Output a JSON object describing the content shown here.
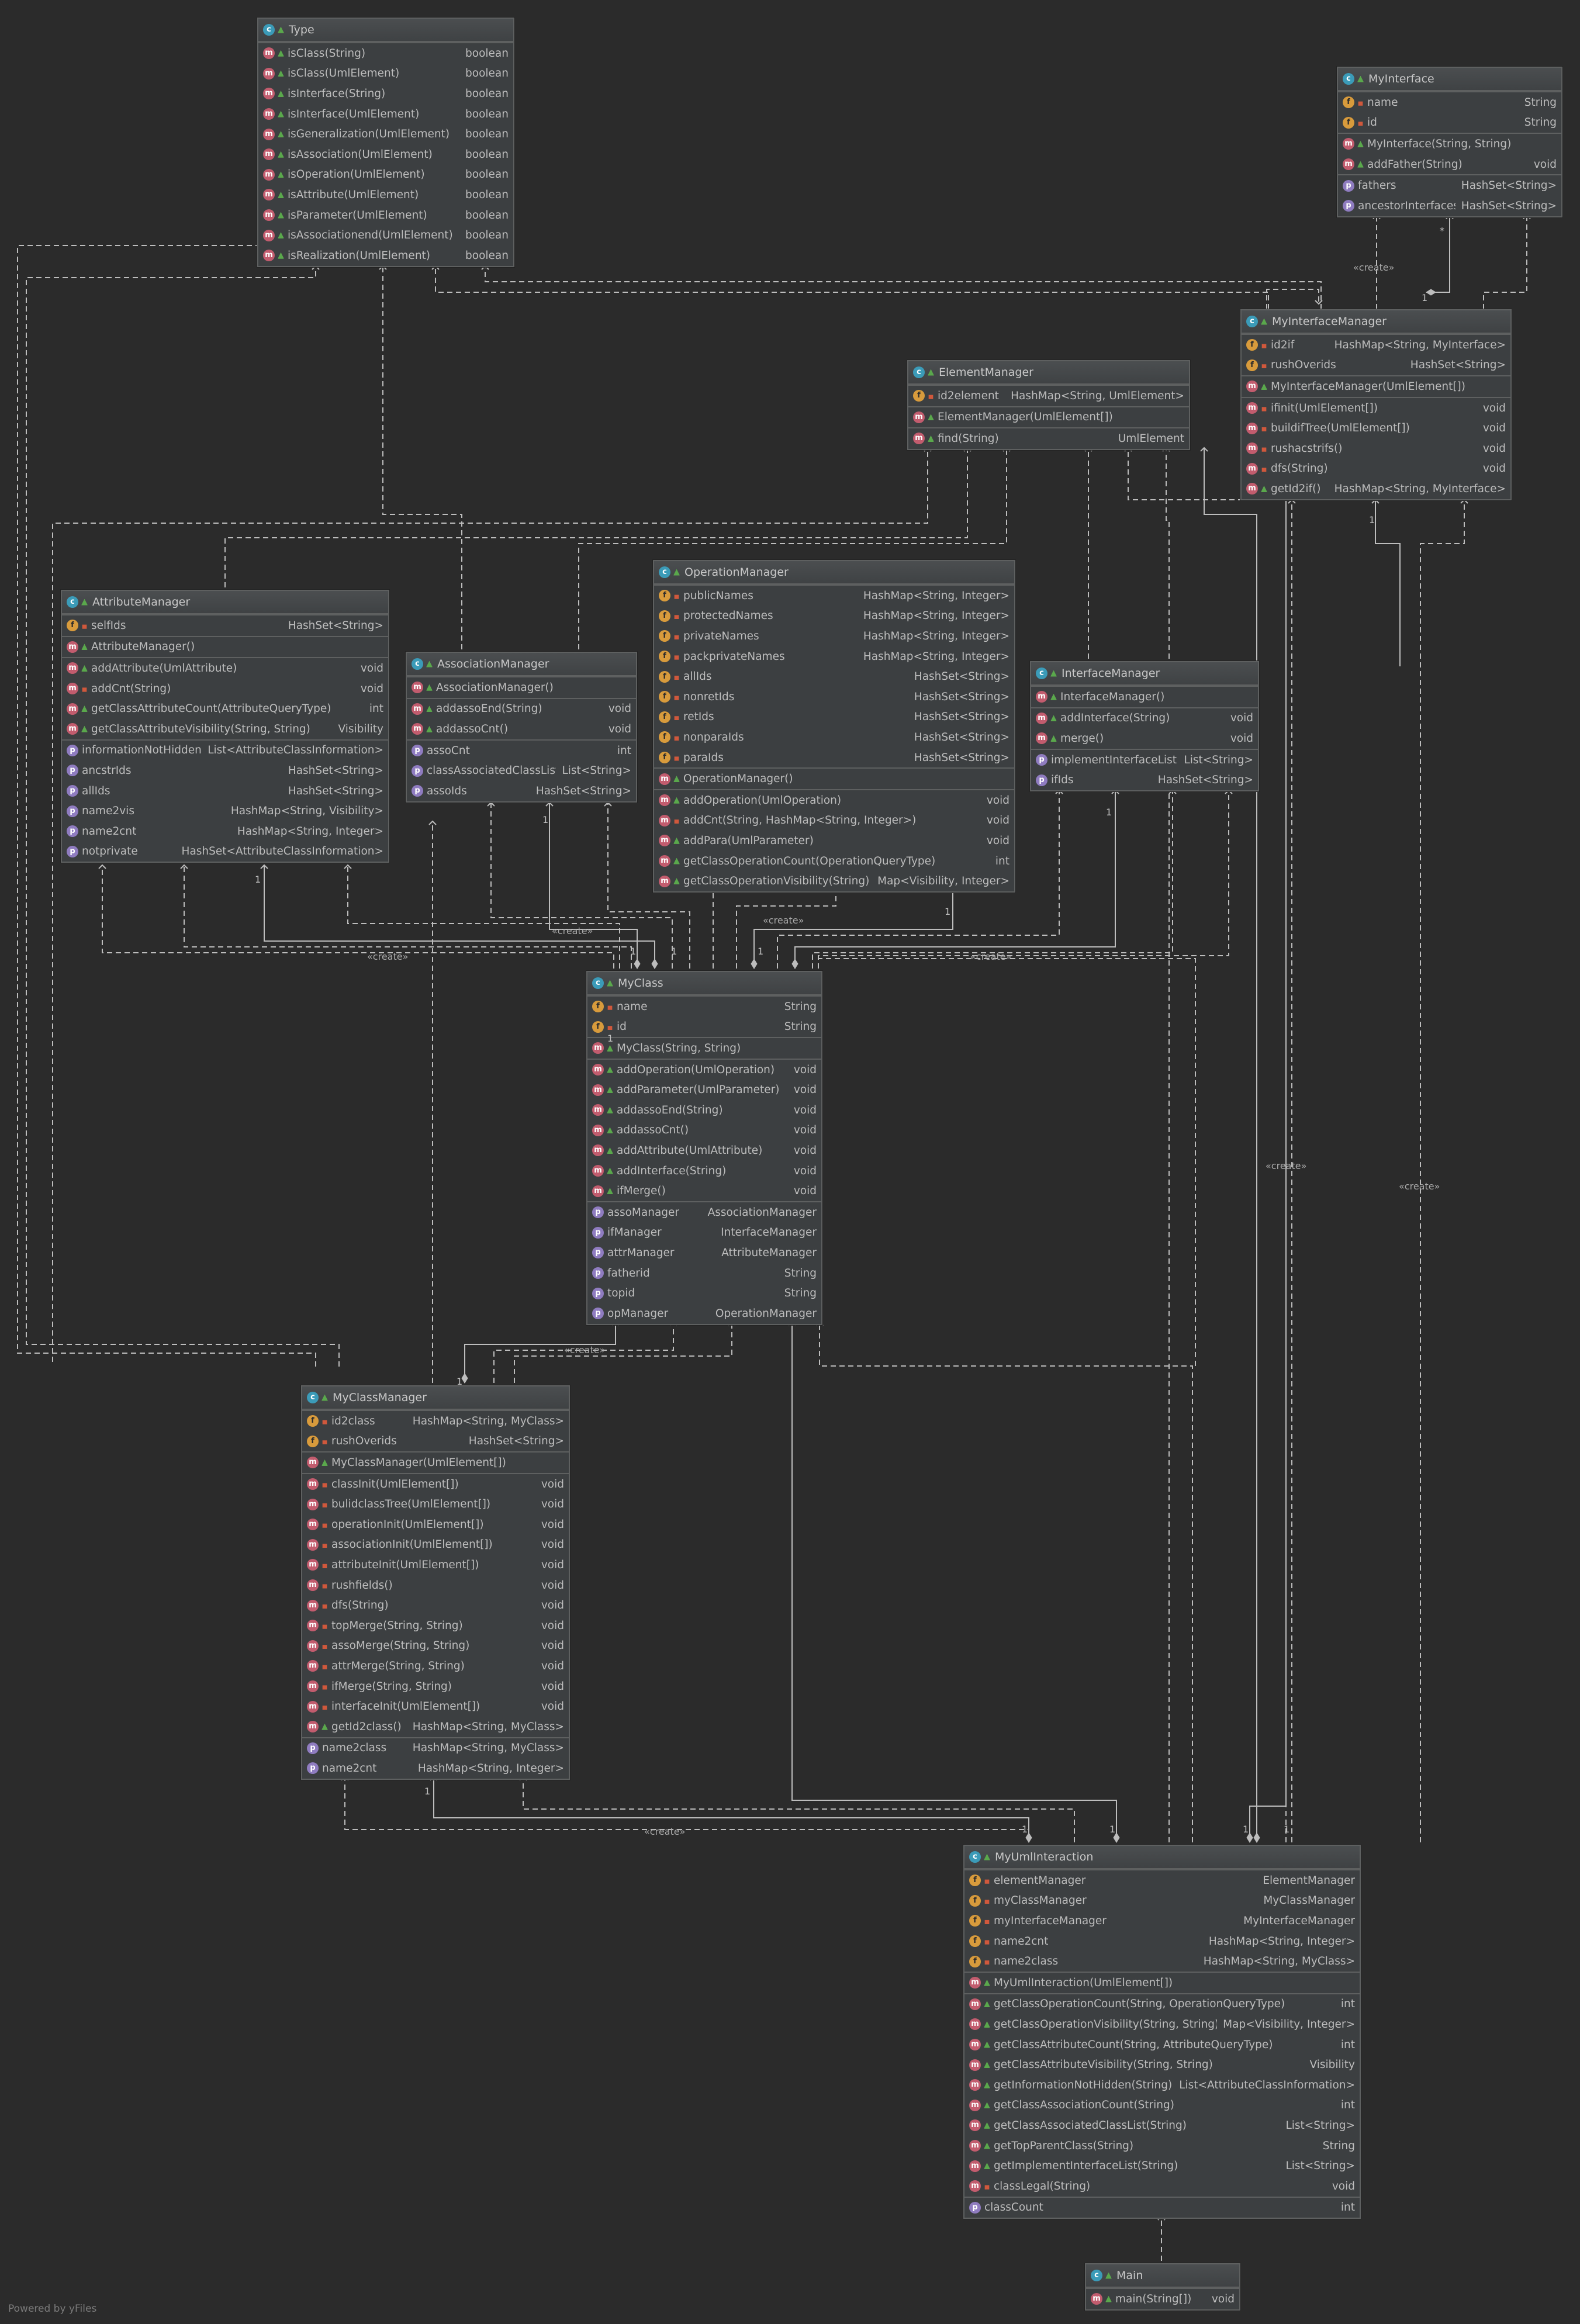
{
  "footer": "Powered by yFiles",
  "labels": {
    "create": "«create»",
    "one": "1",
    "star": "*"
  },
  "classes": [
    {
      "key": "type",
      "title": "Type",
      "sections": [
        [
          {
            "k": "m",
            "v": "pub",
            "name": "isClass(String)",
            "type": "boolean"
          },
          {
            "k": "m",
            "v": "pub",
            "name": "isClass(UmlElement)",
            "type": "boolean"
          },
          {
            "k": "m",
            "v": "pub",
            "name": "isInterface(String)",
            "type": "boolean"
          },
          {
            "k": "m",
            "v": "pub",
            "name": "isInterface(UmlElement)",
            "type": "boolean"
          },
          {
            "k": "m",
            "v": "pub",
            "name": "isGeneralization(UmlElement)",
            "type": "boolean"
          },
          {
            "k": "m",
            "v": "pub",
            "name": "isAssociation(UmlElement)",
            "type": "boolean"
          },
          {
            "k": "m",
            "v": "pub",
            "name": "isOperation(UmlElement)",
            "type": "boolean"
          },
          {
            "k": "m",
            "v": "pub",
            "name": "isAttribute(UmlElement)",
            "type": "boolean"
          },
          {
            "k": "m",
            "v": "pub",
            "name": "isParameter(UmlElement)",
            "type": "boolean"
          },
          {
            "k": "m",
            "v": "pub",
            "name": "isAssociationend(UmlElement)",
            "type": "boolean"
          },
          {
            "k": "m",
            "v": "pub",
            "name": "isRealization(UmlElement)",
            "type": "boolean"
          }
        ]
      ]
    },
    {
      "key": "myinterface",
      "title": "MyInterface",
      "sections": [
        [
          {
            "k": "f",
            "v": "pri",
            "name": "name",
            "type": "String"
          },
          {
            "k": "f",
            "v": "pri",
            "name": "id",
            "type": "String"
          }
        ],
        [
          {
            "k": "m",
            "v": "pub",
            "name": "MyInterface(String, String)",
            "type": ""
          },
          {
            "k": "m",
            "v": "pub",
            "name": "addFather(String)",
            "type": "void"
          }
        ],
        [
          {
            "k": "p",
            "v": "none",
            "name": "fathers",
            "type": "HashSet<String>"
          },
          {
            "k": "p",
            "v": "none",
            "name": "ancestorInterfaces",
            "type": "HashSet<String>"
          }
        ]
      ]
    },
    {
      "key": "myinterfacemanager",
      "title": "MyInterfaceManager",
      "sections": [
        [
          {
            "k": "f",
            "v": "pri",
            "name": "id2if",
            "type": "HashMap<String, MyInterface>"
          },
          {
            "k": "f",
            "v": "pri",
            "name": "rushOverids",
            "type": "HashSet<String>"
          }
        ],
        [
          {
            "k": "m",
            "v": "pub",
            "name": "MyInterfaceManager(UmlElement[])",
            "type": ""
          }
        ],
        [
          {
            "k": "m",
            "v": "pri",
            "name": "ifinit(UmlElement[])",
            "type": "void"
          },
          {
            "k": "m",
            "v": "pri",
            "name": "buildifTree(UmlElement[])",
            "type": "void"
          },
          {
            "k": "m",
            "v": "pri",
            "name": "rushacstrifs()",
            "type": "void"
          },
          {
            "k": "m",
            "v": "pri",
            "name": "dfs(String)",
            "type": "void"
          },
          {
            "k": "m",
            "v": "pub",
            "name": "getId2if()",
            "type": "HashMap<String, MyInterface>"
          }
        ]
      ]
    },
    {
      "key": "elementmanager",
      "title": "ElementManager",
      "sections": [
        [
          {
            "k": "f",
            "v": "pri",
            "name": "id2element",
            "type": "HashMap<String, UmlElement>"
          }
        ],
        [
          {
            "k": "m",
            "v": "pub",
            "name": "ElementManager(UmlElement[])",
            "type": ""
          }
        ],
        [
          {
            "k": "m",
            "v": "pub",
            "name": "find(String)",
            "type": "UmlElement"
          }
        ]
      ]
    },
    {
      "key": "operationmanager",
      "title": "OperationManager",
      "sections": [
        [
          {
            "k": "f",
            "v": "pri",
            "name": "publicNames",
            "type": "HashMap<String, Integer>"
          },
          {
            "k": "f",
            "v": "pri",
            "name": "protectedNames",
            "type": "HashMap<String, Integer>"
          },
          {
            "k": "f",
            "v": "pri",
            "name": "privateNames",
            "type": "HashMap<String, Integer>"
          },
          {
            "k": "f",
            "v": "pri",
            "name": "packprivateNames",
            "type": "HashMap<String, Integer>"
          },
          {
            "k": "f",
            "v": "pri",
            "name": "allIds",
            "type": "HashSet<String>"
          },
          {
            "k": "f",
            "v": "pri",
            "name": "nonretIds",
            "type": "HashSet<String>"
          },
          {
            "k": "f",
            "v": "pri",
            "name": "retIds",
            "type": "HashSet<String>"
          },
          {
            "k": "f",
            "v": "pri",
            "name": "nonparaIds",
            "type": "HashSet<String>"
          },
          {
            "k": "f",
            "v": "pri",
            "name": "paraIds",
            "type": "HashSet<String>"
          }
        ],
        [
          {
            "k": "m",
            "v": "pub",
            "name": "OperationManager()",
            "type": ""
          }
        ],
        [
          {
            "k": "m",
            "v": "pub",
            "name": "addOperation(UmlOperation)",
            "type": "void"
          },
          {
            "k": "m",
            "v": "pri",
            "name": "addCnt(String, HashMap<String, Integer>)",
            "type": "void"
          },
          {
            "k": "m",
            "v": "pub",
            "name": "addPara(UmlParameter)",
            "type": "void"
          },
          {
            "k": "m",
            "v": "pub",
            "name": "getClassOperationCount(OperationQueryType)",
            "type": "int"
          },
          {
            "k": "m",
            "v": "pub",
            "name": "getClassOperationVisibility(String)",
            "type": "Map<Visibility, Integer>"
          }
        ]
      ]
    },
    {
      "key": "attributemanager",
      "title": "AttributeManager",
      "sections": [
        [
          {
            "k": "f",
            "v": "pri",
            "name": "selfIds",
            "type": "HashSet<String>"
          }
        ],
        [
          {
            "k": "m",
            "v": "pub",
            "name": "AttributeManager()",
            "type": ""
          }
        ],
        [
          {
            "k": "m",
            "v": "pub",
            "name": "addAttribute(UmlAttribute)",
            "type": "void"
          },
          {
            "k": "m",
            "v": "pri",
            "name": "addCnt(String)",
            "type": "void"
          },
          {
            "k": "m",
            "v": "pub",
            "name": "getClassAttributeCount(AttributeQueryType)",
            "type": "int"
          },
          {
            "k": "m",
            "v": "pub",
            "name": "getClassAttributeVisibility(String, String)",
            "type": "Visibility"
          }
        ],
        [
          {
            "k": "p",
            "v": "none",
            "name": "informationNotHidden",
            "type": "List<AttributeClassInformation>"
          },
          {
            "k": "p",
            "v": "none",
            "name": "ancstrIds",
            "type": "HashSet<String>"
          },
          {
            "k": "p",
            "v": "none",
            "name": "allIds",
            "type": "HashSet<String>"
          },
          {
            "k": "p",
            "v": "none",
            "name": "name2vis",
            "type": "HashMap<String, Visibility>"
          },
          {
            "k": "p",
            "v": "none",
            "name": "name2cnt",
            "type": "HashMap<String, Integer>"
          },
          {
            "k": "p",
            "v": "none",
            "name": "notprivate",
            "type": "HashSet<AttributeClassInformation>"
          }
        ]
      ]
    },
    {
      "key": "associationmanager",
      "title": "AssociationManager",
      "sections": [
        [
          {
            "k": "m",
            "v": "pub",
            "name": "AssociationManager()",
            "type": ""
          }
        ],
        [
          {
            "k": "m",
            "v": "pub",
            "name": "addassoEnd(String)",
            "type": "void"
          },
          {
            "k": "m",
            "v": "pub",
            "name": "addassoCnt()",
            "type": "void"
          }
        ],
        [
          {
            "k": "p",
            "v": "none",
            "name": "assoCnt",
            "type": "int"
          },
          {
            "k": "p",
            "v": "none",
            "name": "classAssociatedClassList",
            "type": "List<String>"
          },
          {
            "k": "p",
            "v": "none",
            "name": "assoIds",
            "type": "HashSet<String>"
          }
        ]
      ]
    },
    {
      "key": "interfacemanager",
      "title": "InterfaceManager",
      "sections": [
        [
          {
            "k": "m",
            "v": "pub",
            "name": "InterfaceManager()",
            "type": ""
          }
        ],
        [
          {
            "k": "m",
            "v": "pub",
            "name": "addInterface(String)",
            "type": "void"
          },
          {
            "k": "m",
            "v": "pub",
            "name": "merge()",
            "type": "void"
          }
        ],
        [
          {
            "k": "p",
            "v": "none",
            "name": "implementInterfaceList",
            "type": "List<String>"
          },
          {
            "k": "p",
            "v": "none",
            "name": "ifIds",
            "type": "HashSet<String>"
          }
        ]
      ]
    },
    {
      "key": "myclass",
      "title": "MyClass",
      "sections": [
        [
          {
            "k": "f",
            "v": "pri",
            "name": "name",
            "type": "String"
          },
          {
            "k": "f",
            "v": "pri",
            "name": "id",
            "type": "String"
          }
        ],
        [
          {
            "k": "m",
            "v": "pub",
            "name": "MyClass(String, String)",
            "type": ""
          }
        ],
        [
          {
            "k": "m",
            "v": "pub",
            "name": "addOperation(UmlOperation)",
            "type": "void"
          },
          {
            "k": "m",
            "v": "pub",
            "name": "addParameter(UmlParameter)",
            "type": "void"
          },
          {
            "k": "m",
            "v": "pub",
            "name": "addassoEnd(String)",
            "type": "void"
          },
          {
            "k": "m",
            "v": "pub",
            "name": "addassoCnt()",
            "type": "void"
          },
          {
            "k": "m",
            "v": "pub",
            "name": "addAttribute(UmlAttribute)",
            "type": "void"
          },
          {
            "k": "m",
            "v": "pub",
            "name": "addInterface(String)",
            "type": "void"
          },
          {
            "k": "m",
            "v": "pub",
            "name": "ifMerge()",
            "type": "void"
          }
        ],
        [
          {
            "k": "p",
            "v": "none",
            "name": "assoManager",
            "type": "AssociationManager"
          },
          {
            "k": "p",
            "v": "none",
            "name": "ifManager",
            "type": "InterfaceManager"
          },
          {
            "k": "p",
            "v": "none",
            "name": "attrManager",
            "type": "AttributeManager"
          },
          {
            "k": "p",
            "v": "none",
            "name": "fatherid",
            "type": "String"
          },
          {
            "k": "p",
            "v": "none",
            "name": "topid",
            "type": "String"
          },
          {
            "k": "p",
            "v": "none",
            "name": "opManager",
            "type": "OperationManager"
          }
        ]
      ]
    },
    {
      "key": "myclassmanager",
      "title": "MyClassManager",
      "sections": [
        [
          {
            "k": "f",
            "v": "pri",
            "name": "id2class",
            "type": "HashMap<String, MyClass>"
          },
          {
            "k": "f",
            "v": "pri",
            "name": "rushOverids",
            "type": "HashSet<String>"
          }
        ],
        [
          {
            "k": "m",
            "v": "pub",
            "name": "MyClassManager(UmlElement[])",
            "type": ""
          }
        ],
        [
          {
            "k": "m",
            "v": "pri",
            "name": "classInit(UmlElement[])",
            "type": "void"
          },
          {
            "k": "m",
            "v": "pri",
            "name": "bulidclassTree(UmlElement[])",
            "type": "void"
          },
          {
            "k": "m",
            "v": "pri",
            "name": "operationInit(UmlElement[])",
            "type": "void"
          },
          {
            "k": "m",
            "v": "pri",
            "name": "associationInit(UmlElement[])",
            "type": "void"
          },
          {
            "k": "m",
            "v": "pri",
            "name": "attributeInit(UmlElement[])",
            "type": "void"
          },
          {
            "k": "m",
            "v": "pri",
            "name": "rushfields()",
            "type": "void"
          },
          {
            "k": "m",
            "v": "pri",
            "name": "dfs(String)",
            "type": "void"
          },
          {
            "k": "m",
            "v": "pri",
            "name": "topMerge(String, String)",
            "type": "void"
          },
          {
            "k": "m",
            "v": "pri",
            "name": "assoMerge(String, String)",
            "type": "void"
          },
          {
            "k": "m",
            "v": "pri",
            "name": "attrMerge(String, String)",
            "type": "void"
          },
          {
            "k": "m",
            "v": "pri",
            "name": "ifMerge(String, String)",
            "type": "void"
          },
          {
            "k": "m",
            "v": "pri",
            "name": "interfaceInit(UmlElement[])",
            "type": "void"
          },
          {
            "k": "m",
            "v": "pub",
            "name": "getId2class()",
            "type": "HashMap<String, MyClass>"
          }
        ],
        [
          {
            "k": "p",
            "v": "none",
            "name": "name2class",
            "type": "HashMap<String, MyClass>"
          },
          {
            "k": "p",
            "v": "none",
            "name": "name2cnt",
            "type": "HashMap<String, Integer>"
          }
        ]
      ]
    },
    {
      "key": "myumlinteraction",
      "title": "MyUmlInteraction",
      "sections": [
        [
          {
            "k": "f",
            "v": "pri",
            "name": "elementManager",
            "type": "ElementManager"
          },
          {
            "k": "f",
            "v": "pri",
            "name": "myClassManager",
            "type": "MyClassManager"
          },
          {
            "k": "f",
            "v": "pri",
            "name": "myInterfaceManager",
            "type": "MyInterfaceManager"
          },
          {
            "k": "f",
            "v": "pri",
            "name": "name2cnt",
            "type": "HashMap<String, Integer>"
          },
          {
            "k": "f",
            "v": "pri",
            "name": "name2class",
            "type": "HashMap<String, MyClass>"
          }
        ],
        [
          {
            "k": "m",
            "v": "pub",
            "name": "MyUmlInteraction(UmlElement[])",
            "type": ""
          }
        ],
        [
          {
            "k": "m",
            "v": "pub",
            "name": "getClassOperationCount(String, OperationQueryType)",
            "type": "int"
          },
          {
            "k": "m",
            "v": "pub",
            "name": "getClassOperationVisibility(String, String)",
            "type": "Map<Visibility, Integer>"
          },
          {
            "k": "m",
            "v": "pub",
            "name": "getClassAttributeCount(String, AttributeQueryType)",
            "type": "int"
          },
          {
            "k": "m",
            "v": "pub",
            "name": "getClassAttributeVisibility(String, String)",
            "type": "Visibility"
          },
          {
            "k": "m",
            "v": "pub",
            "name": "getInformationNotHidden(String)",
            "type": "List<AttributeClassInformation>"
          },
          {
            "k": "m",
            "v": "pub",
            "name": "getClassAssociationCount(String)",
            "type": "int"
          },
          {
            "k": "m",
            "v": "pub",
            "name": "getClassAssociatedClassList(String)",
            "type": "List<String>"
          },
          {
            "k": "m",
            "v": "pub",
            "name": "getTopParentClass(String)",
            "type": "String"
          },
          {
            "k": "m",
            "v": "pub",
            "name": "getImplementInterfaceList(String)",
            "type": "List<String>"
          },
          {
            "k": "m",
            "v": "pri",
            "name": "classLegal(String)",
            "type": "void"
          }
        ],
        [
          {
            "k": "p",
            "v": "none",
            "name": "classCount",
            "type": "int"
          }
        ]
      ]
    },
    {
      "key": "main",
      "title": "Main",
      "sections": [
        [
          {
            "k": "m",
            "v": "pub",
            "name": "main(String[])",
            "type": "void"
          }
        ]
      ]
    }
  ]
}
